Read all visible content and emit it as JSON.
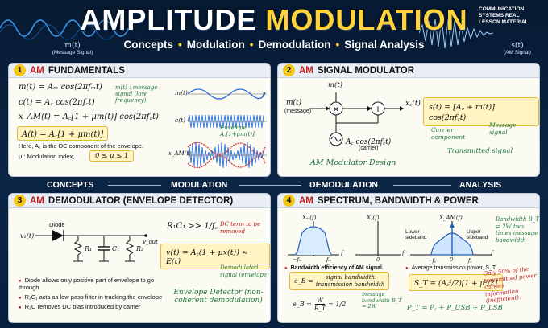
{
  "header": {
    "title_a": "AMPLITUDE",
    "title_b": "MODULATION",
    "subtitle_items": [
      "Concepts",
      "Modulation",
      "Demodulation",
      "Signal Analysis"
    ],
    "corner_text": "COMMUNICATION SYSTEMS REAL LESSON MATERIAL",
    "left_signal": {
      "symbol": "m(t)",
      "caption": "(Message Signal)"
    },
    "right_signal": {
      "symbol": "s(t)",
      "caption": "(AM Signal)"
    }
  },
  "stages": [
    "CONCEPTS",
    "MODULATION",
    "DEMODULATION",
    "ANALYSIS"
  ],
  "panel1": {
    "num": "1",
    "am": "AM",
    "title": "FUNDAMENTALS",
    "eq1": "m(t) = Aₘ cos(2πfₘt)",
    "eq2": "c(t) = A꜀ cos(2πf꜀t)",
    "eq3": "x_AM(t) = A꜀[1 + μm(t)] cos(2πf꜀t)",
    "eq4": "A(t) = A꜀[1 + μm(t)]",
    "note_msg": "m(t) : message signal (low frequency)",
    "dc_note": "Here, A꜀ is the DC component of the envelope.",
    "mu_label": "μ : Modulation index,",
    "mu_range": "0 ≤ μ ≤ 1",
    "plot_labels": [
      "m(t)",
      "c(t)",
      "x_AM(t)"
    ],
    "envelope_note": "Envelope A꜀[1+μm(t)]",
    "t_label": "t"
  },
  "panel2": {
    "num": "2",
    "am": "AM",
    "title": "SIGNAL MODULATOR",
    "input": "m(t)",
    "input_caption": "(message)",
    "top_label": "m(t)",
    "output": "x꜀(t)",
    "carrier": "A꜀ cos(2πf꜀t)",
    "carrier_caption": "(carrier)",
    "design_note": "AM Modulator Design",
    "eq": "s(t) = [A꜀ + m(t)] cos(2πf꜀t)",
    "ann_carrier": "Carrier component",
    "ann_message": "Message signal",
    "ann_transmitted": "Transmitted signal"
  },
  "panel3": {
    "num": "3",
    "am": "AM",
    "title": "DEMODULATOR (ENVELOPE DETECTOR)",
    "diode": "Diode",
    "vin": "v₁(t)",
    "r1": "R₁",
    "c1": "C₁",
    "r2": "R₂",
    "vout": "v_out",
    "cond": "R₁C₁ >> 1/f꜀",
    "dc_note": "DC term to be removed",
    "eq": "v(t) = A꜀(1 + μx(t)) ≈ E(t)",
    "demod_note": "Demodulated signal (envelope)",
    "detector_note": "Envelope Detector (non-coherent demodulation)",
    "bullets": [
      "Diode allows only positive part of envelope to go through",
      "R₁C₁ acts as low pass filter in tracking the envelope",
      "R₂C removes DC bias introduced by carrier"
    ]
  },
  "panel4": {
    "num": "4",
    "am": "AM",
    "title": "SPECTRUM, BANDWIDTH & POWER",
    "spec1_label": "Xₘ(f)",
    "spec2_label": "X꜀(f)",
    "spec3_label": "X_AM(f)",
    "lower_sb": "Lower sideband",
    "upper_sb": "Upper sideband",
    "ticks1": [
      "−fₘ",
      "fₘ"
    ],
    "ticks3": [
      "−f꜀",
      "0",
      "f꜀"
    ],
    "zero": "0",
    "f": "f",
    "bw_note": "Bandwidth B_T = 2W two times message bandwidth",
    "eff_title": "Bandwidth efficiency of AM signal.",
    "eff_eq_lhs": "e_B =",
    "eff_num": "signal bandwidth",
    "eff_den": "transmission bandwidth",
    "eff2_lhs": "e_B =",
    "eff2_num": "W",
    "eff2_den": "B_T",
    "eff2_rhs": "= 1/2",
    "eff2_note": "message bandwidth B_T = 2W",
    "pow_title": "Average transmission power, S_T:",
    "pow_eq": "S_T = (A꜀²/2)[1 + μ²/2]",
    "pow_eq2": "P_T = P꜀ + P_USB + P_LSB",
    "pow_note": "Only 50% of the transmitted power carries information (inefficient)."
  },
  "colors": {
    "accent": "#ffd43b",
    "am_red": "#c01c1c",
    "hand_green": "#1f7a3a",
    "bg": "#071a33"
  }
}
